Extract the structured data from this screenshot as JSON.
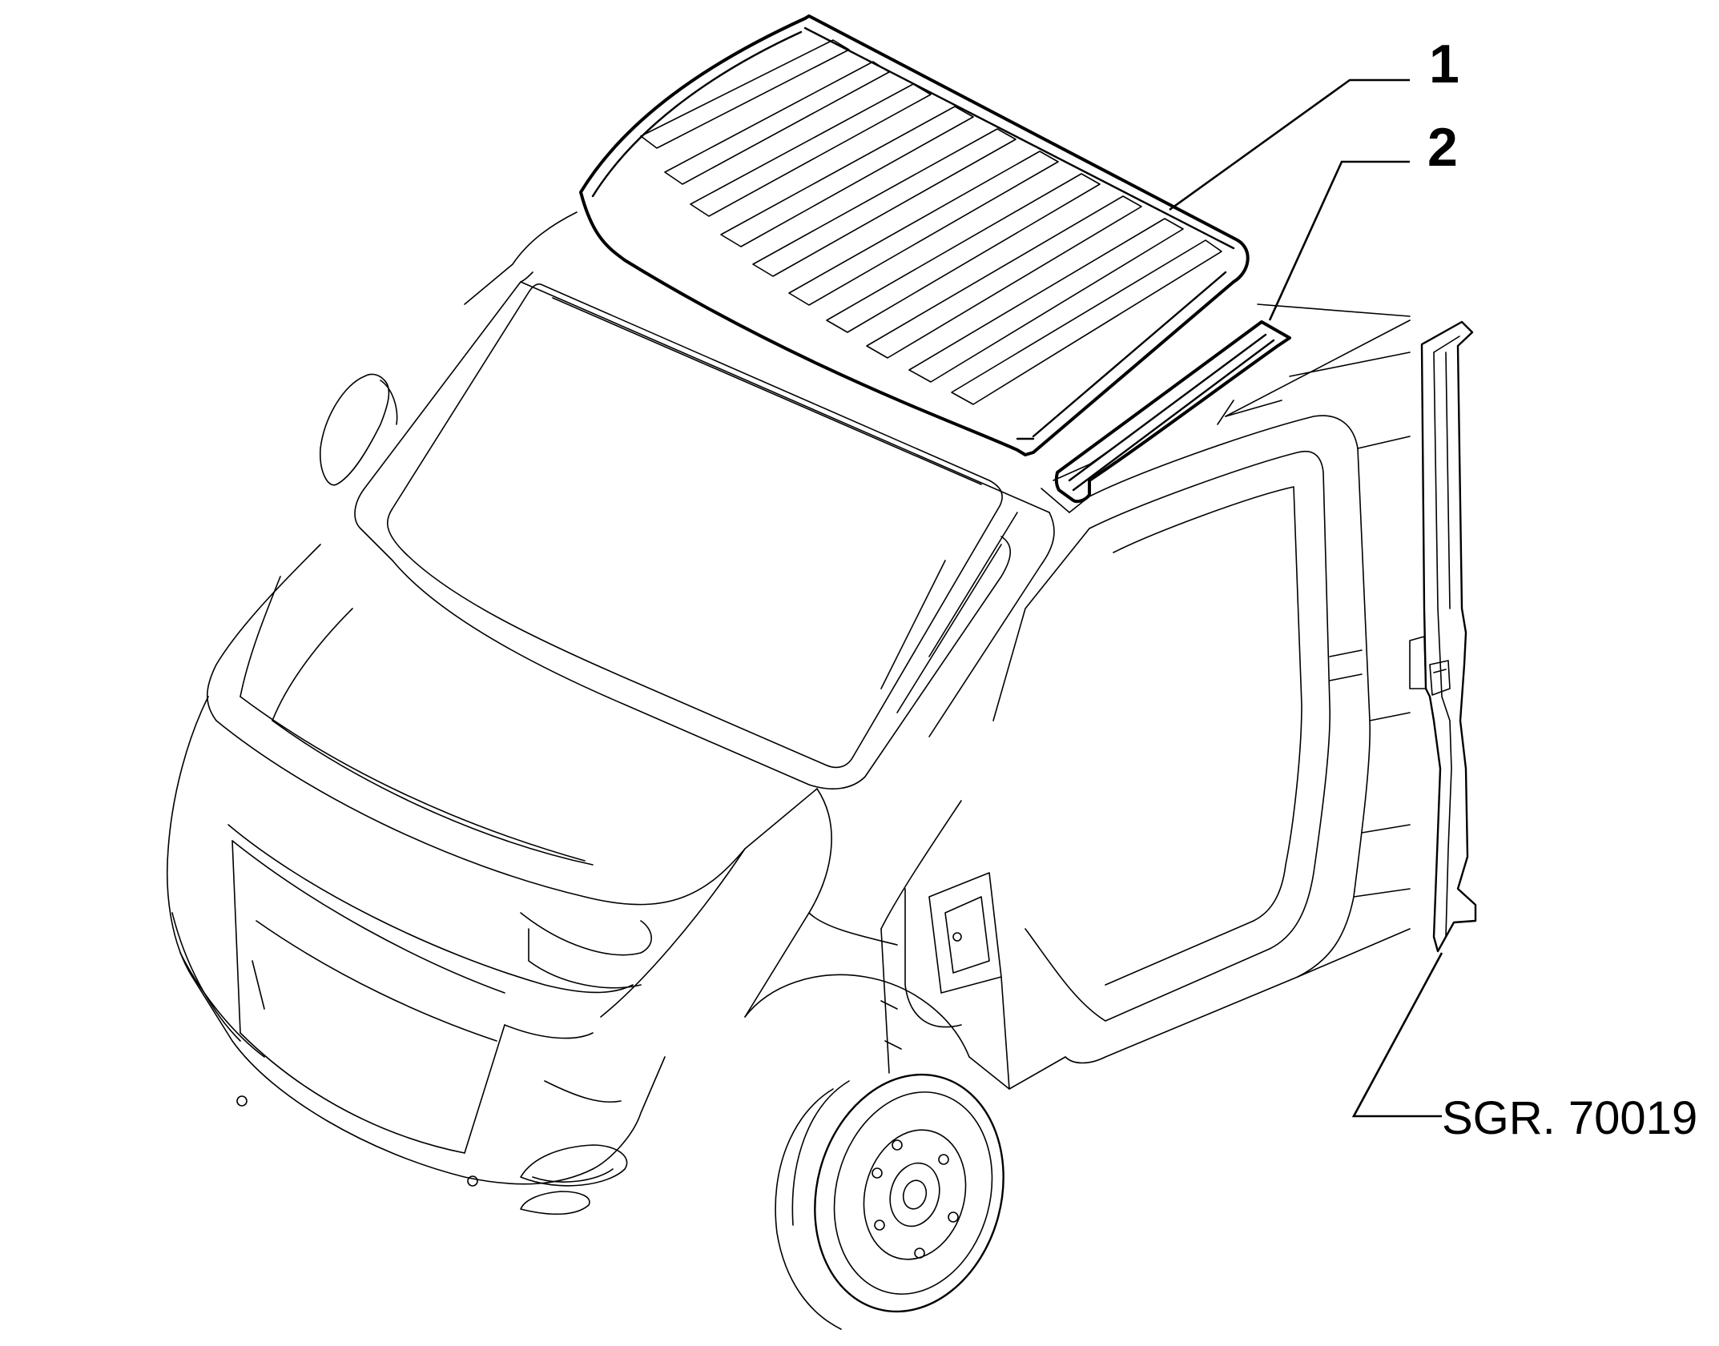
{
  "diagram": {
    "callouts": [
      {
        "number": "1",
        "part": "roof-panel"
      },
      {
        "number": "2",
        "part": "roof-front-crossmember"
      }
    ],
    "reference": "SGR. 70019"
  }
}
